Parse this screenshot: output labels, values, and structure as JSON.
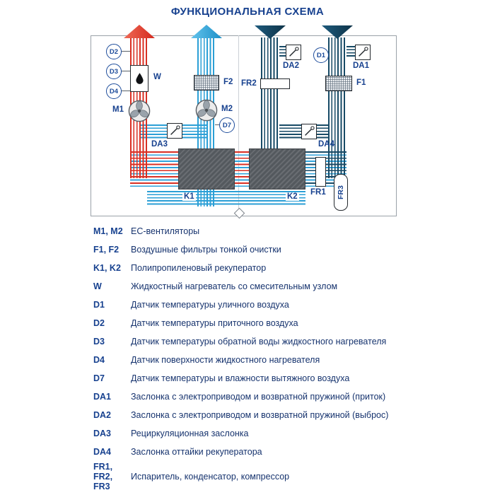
{
  "title": "ФУНКЦИОНАЛЬНАЯ СХЕМА",
  "colors": {
    "supply_red": "#d92f23",
    "extract_blue": "#2fa3dc",
    "outdoor_navy": "#174a66",
    "text_blue": "#17418f"
  },
  "diagram": {
    "labels": {
      "d1": "D1",
      "d2": "D2",
      "d3": "D3",
      "d4": "D4",
      "d7": "D7",
      "m1": "M1",
      "m2": "M2",
      "w": "W",
      "f1": "F1",
      "f2": "F2",
      "k1": "K1",
      "k2": "K2",
      "da1": "DA1",
      "da2": "DA2",
      "da3": "DA3",
      "da4": "DA4",
      "fr1": "FR1",
      "fr2": "FR2",
      "fr3": "FR3"
    }
  },
  "legend": {
    "rows": [
      {
        "key": "M1, M2",
        "desc": "EC-вентиляторы"
      },
      {
        "key": "F1, F2",
        "desc": "Воздушные фильтры тонкой очистки"
      },
      {
        "key": "K1, K2",
        "desc": "Полипропиленовый рекуператор"
      },
      {
        "key": "W",
        "desc": "Жидкостный нагреватель со смесительным узлом"
      },
      {
        "key": "D1",
        "desc": "Датчик температуры уличного воздуха"
      },
      {
        "key": "D2",
        "desc": "Датчик температуры приточного воздуха"
      },
      {
        "key": "D3",
        "desc": "Датчик температуры обратной воды жидкостного нагревателя"
      },
      {
        "key": "D4",
        "desc": "Датчик поверхности жидкостного нагревателя"
      },
      {
        "key": "D7",
        "desc": "Датчик температуры и влажности вытяжного воздуха"
      },
      {
        "key": "DA1",
        "desc": "Заслонка с электроприводом и возвратной пружиной (приток)"
      },
      {
        "key": "DA2",
        "desc": "Заслонка с электроприводом и возвратной пружиной (выброс)"
      },
      {
        "key": "DA3",
        "desc": "Рециркуляционная заслонка"
      },
      {
        "key": "DA4",
        "desc": "Заслонка оттайки рекуператора"
      },
      {
        "key": "FR1,\nFR2,\nFR3",
        "desc": "Испаритель, конденсатор, компрессор"
      }
    ]
  }
}
